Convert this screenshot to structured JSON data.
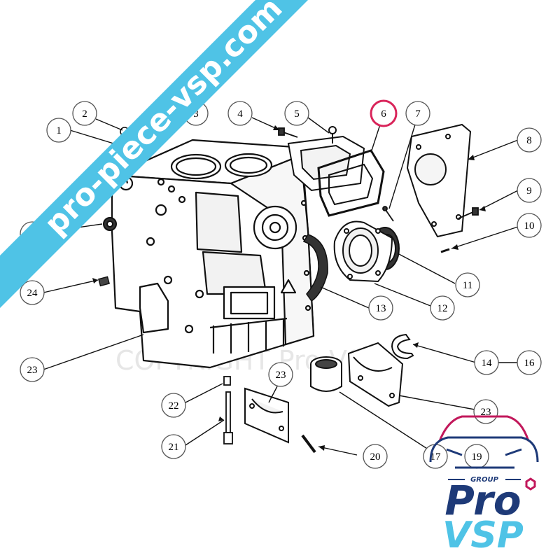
{
  "banner": {
    "text": "pro-piece-vsp.com",
    "color": "#4fc3e6"
  },
  "watermark": {
    "text": "COPYRIGHT Pro VSP"
  },
  "highlight_color": "#d9245a",
  "callouts": [
    {
      "id": "c1",
      "label": "1"
    },
    {
      "id": "c2",
      "label": "2"
    },
    {
      "id": "c3",
      "label": "3"
    },
    {
      "id": "c4",
      "label": "4"
    },
    {
      "id": "c5",
      "label": "5"
    },
    {
      "id": "c6",
      "label": "6",
      "highlighted": true
    },
    {
      "id": "c7",
      "label": "7"
    },
    {
      "id": "c8",
      "label": "8"
    },
    {
      "id": "c9",
      "label": "9"
    },
    {
      "id": "c10",
      "label": "10"
    },
    {
      "id": "c11",
      "label": "11"
    },
    {
      "id": "c12",
      "label": "12"
    },
    {
      "id": "c13",
      "label": "13"
    },
    {
      "id": "c14",
      "label": "14"
    },
    {
      "id": "c16",
      "label": "16"
    },
    {
      "id": "c23a",
      "label": "23"
    },
    {
      "id": "c23b",
      "label": "23"
    },
    {
      "id": "c23c",
      "label": "23"
    },
    {
      "id": "c22",
      "label": "22"
    },
    {
      "id": "c21",
      "label": "21"
    },
    {
      "id": "c20",
      "label": "20"
    },
    {
      "id": "c17",
      "label": "17"
    },
    {
      "id": "c19",
      "label": "19"
    },
    {
      "id": "c24",
      "label": "24"
    },
    {
      "id": "c25",
      "label": "25"
    }
  ],
  "logo": {
    "group": "GROUP",
    "pro": "Pro",
    "vsp": "VSP",
    "accent": "#c2185b",
    "blue": "#1e3a78",
    "cyan": "#4fc3e6"
  }
}
